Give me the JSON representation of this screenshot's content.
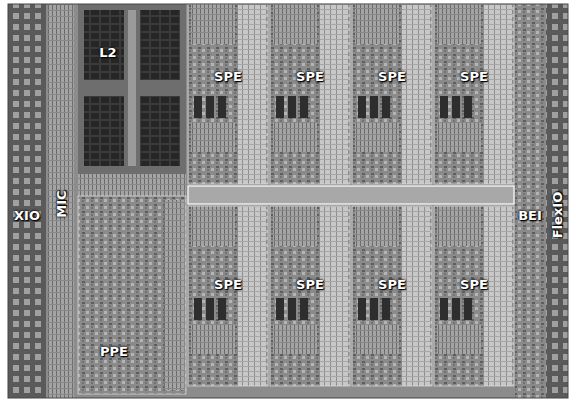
{
  "diagram": {
    "nodes": [
      {
        "text": [
          "XIO"
        ]
      },
      {
        "text": [
          "MIC"
        ]
      },
      {
        "text": [
          "L2"
        ]
      },
      {
        "text": [
          "SPE"
        ]
      },
      {
        "text": [
          "SPE"
        ]
      },
      {
        "text": [
          "SPE"
        ]
      },
      {
        "text": [
          "SPE"
        ]
      },
      {
        "text": [
          "PPE"
        ]
      },
      {
        "text": [
          "SPE"
        ]
      },
      {
        "text": [
          "SPE"
        ]
      },
      {
        "text": [
          "SPE"
        ]
      },
      {
        "text": [
          "SPE"
        ]
      },
      {
        "text": [
          "BEI"
        ]
      },
      {
        "text": [
          "FlexIO"
        ]
      }
    ],
    "edges": []
  }
}
